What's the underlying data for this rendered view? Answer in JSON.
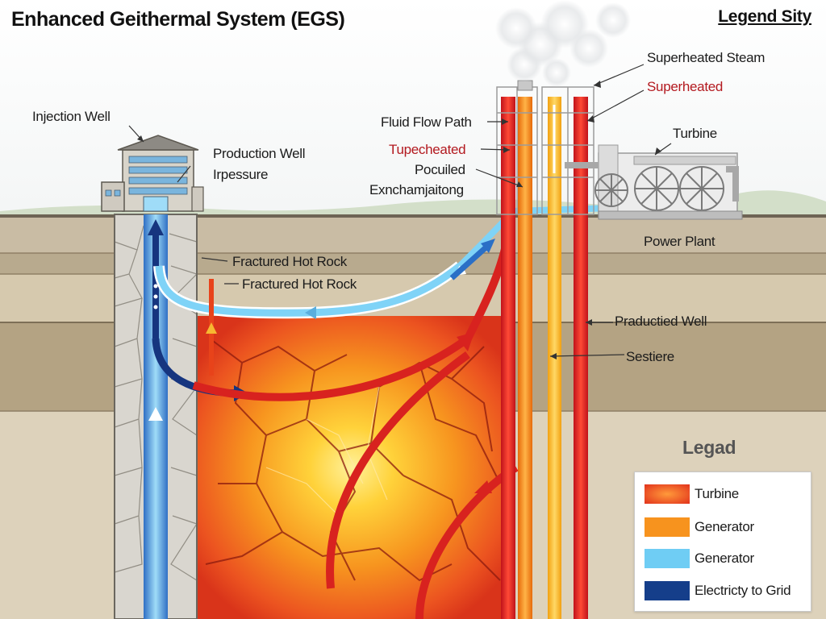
{
  "title": "Enhanced Geithermal System (EGS)",
  "legend_header": "Legend Sity",
  "labels": {
    "superheated_steam": "Superheated Steam",
    "superheated": "Superheated",
    "injection_well": "Injection Well",
    "fluid_flow_path": "Fluid Flow Path",
    "turbine": "Turbine",
    "production_well": "Production Well",
    "irpessure": "Irpessure",
    "tupecheated": "Tupecheated",
    "pocuiled": "Pocuiled",
    "exnchamjaitong": "Exnchamjaitong",
    "power_plant": "Power Plant",
    "fractured_hot_rock_1": "Fractured Hot Rock",
    "fractured_hot_rock_2": "Fractured Hot Rock",
    "praductied_well": "Praductied Well",
    "sestiere": "Sestiere"
  },
  "legend": {
    "title": "Legad",
    "items": [
      {
        "label": "Turbine",
        "color": "#f2501c"
      },
      {
        "label": "Generator",
        "color": "#f7931e"
      },
      {
        "label": "Generator",
        "color": "#6fcdf4"
      },
      {
        "label": "Electricty to Grid",
        "color": "#153e8a"
      }
    ]
  },
  "colors": {
    "hot_core": "#ffd23a",
    "hot_edge": "#e8431a",
    "cold_water": "#7fd3f7",
    "deep_blue": "#16357f",
    "hot_red": "#d8221f",
    "hot_orange": "#f7931e"
  }
}
